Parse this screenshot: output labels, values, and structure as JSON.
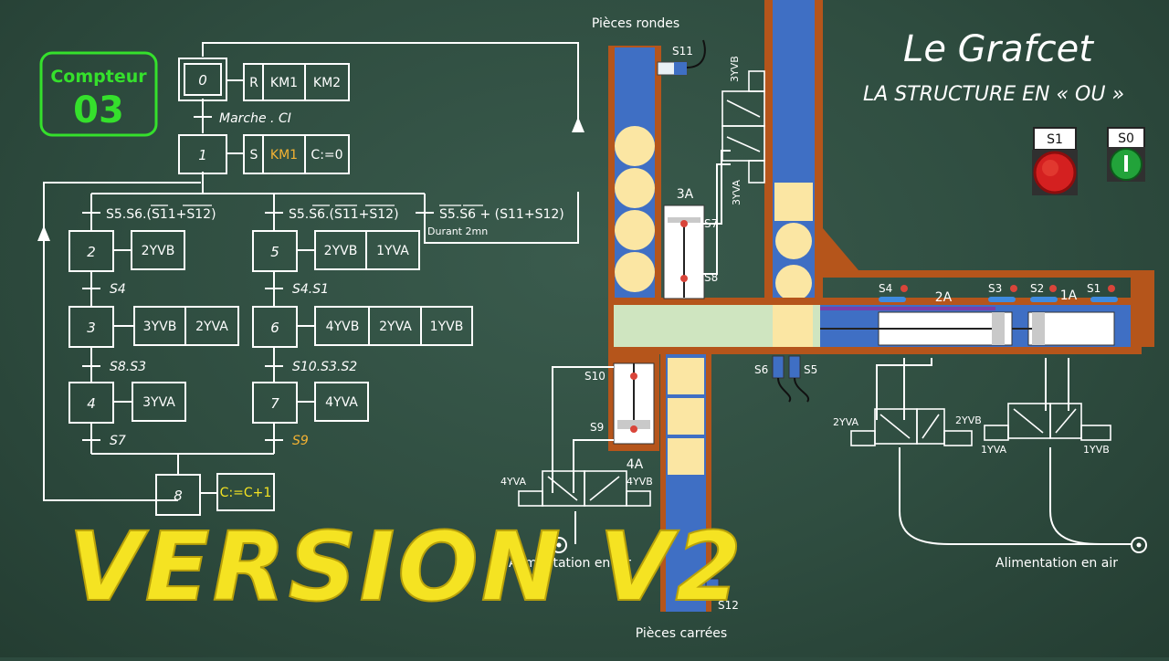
{
  "title": "Le Grafcet",
  "subtitle": "LA STRUCTURE EN « OU »",
  "banner": "VERSION V2",
  "counter": {
    "label": "Compteur",
    "value": "03"
  },
  "buttons": {
    "s1": "S1",
    "s0": "S0"
  },
  "grafcet": {
    "steps": [
      {
        "num": "0",
        "actions": [
          "R",
          "KM1",
          "KM2"
        ]
      },
      {
        "num": "1",
        "actions": [
          "S",
          "KM1",
          "C:=0"
        ]
      },
      {
        "num": "2",
        "actions": [
          "2YVB"
        ]
      },
      {
        "num": "3",
        "actions": [
          "3YVB",
          "2YVA"
        ]
      },
      {
        "num": "4",
        "actions": [
          "3YVA"
        ]
      },
      {
        "num": "5",
        "actions": [
          "2YVB",
          "1YVA"
        ]
      },
      {
        "num": "6",
        "actions": [
          "4YVB",
          "2YVA",
          "1YVB"
        ]
      },
      {
        "num": "7",
        "actions": [
          "4YVA"
        ]
      },
      {
        "num": "8",
        "actions": [
          "C:=C+1"
        ]
      }
    ],
    "transitions": {
      "t0": "Marche . CI",
      "t1a": "S5.S6.(S11+S12)",
      "t1b": "S5.S6.(S11+S12)",
      "t1c": "S5.S6 + (S11+S12)",
      "t1c_note": "Durant 2mn",
      "t2": "S4",
      "t3": "S8.S3",
      "t4": "S7",
      "t5": "S4.S1",
      "t6": "S10.S3.S2",
      "t7": "S9"
    }
  },
  "machine": {
    "round_parts": "Pièces rondes",
    "square_parts": "Pièces carrées",
    "air_supply_left": "Alimentation en air",
    "air_supply_right": "Alimentation en air",
    "cyl_3a": "3A",
    "cyl_4a": "4A",
    "cyl_2a": "2A",
    "cyl_1a": "1A",
    "sensors": {
      "s1": "S1",
      "s2": "S2",
      "s3": "S3",
      "s4": "S4",
      "s5": "S5",
      "s6": "S6",
      "s7": "S7",
      "s8": "S8",
      "s9": "S9",
      "s10": "S10",
      "s11": "S11",
      "s12": "S12"
    },
    "valves": {
      "v3yvb": "3YVB",
      "v3yva": "3YVA",
      "v4yva": "4YVA",
      "v4yvb": "4YVB",
      "v2yva": "2YVA",
      "v2yvb": "2YVB",
      "v1yva": "1YVA",
      "v1yvb": "1YVB"
    }
  },
  "colors": {
    "board": "#2f4d40",
    "accent_yellow": "#f5e322",
    "counter_green": "#35e02c",
    "cylinder_blue": "#3f6fc4",
    "piece_yellow": "#fbe6a3",
    "frame_brown": "#b5551b"
  }
}
